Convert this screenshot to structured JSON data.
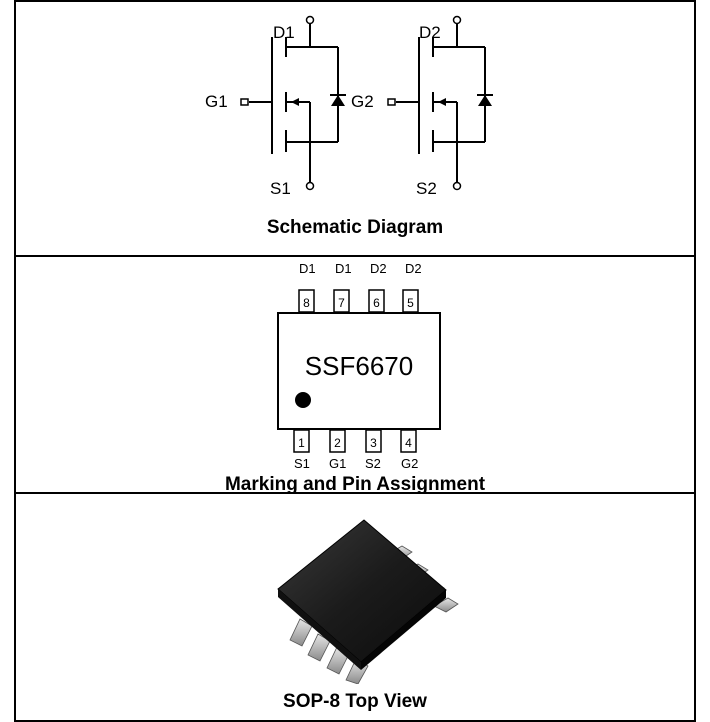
{
  "schematic": {
    "caption": "Schematic Diagram",
    "mosfet1": {
      "drain": "D1",
      "gate": "G1",
      "source": "S1"
    },
    "mosfet2": {
      "drain": "D2",
      "gate": "G2",
      "source": "S2"
    }
  },
  "marking": {
    "caption": "Marking and Pin Assignment",
    "part_number": "SSF6670",
    "top_pins": [
      {
        "number": "8",
        "label": "D1"
      },
      {
        "number": "7",
        "label": "D1"
      },
      {
        "number": "6",
        "label": "D2"
      },
      {
        "number": "5",
        "label": "D2"
      }
    ],
    "bottom_pins": [
      {
        "number": "1",
        "label": "S1"
      },
      {
        "number": "2",
        "label": "G1"
      },
      {
        "number": "3",
        "label": "S2"
      },
      {
        "number": "4",
        "label": "G2"
      }
    ]
  },
  "package": {
    "caption": "SOP-8 Top View"
  }
}
